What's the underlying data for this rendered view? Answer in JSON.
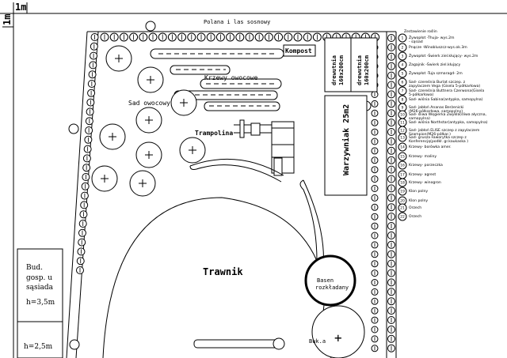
{
  "scale": {
    "x_label": "1m",
    "y_label": "1m"
  },
  "top_border_label": "Polana i las sosnowy",
  "labels": {
    "kompost": "Kompost",
    "krzewy_owocowe": "Krzewy owocowe",
    "sad_owocowy": "Sad owocowy",
    "trampolina": "Trampolina",
    "drewutnia_1": "drewutnia 160x200cm",
    "drewutnia_2": "drewutnia 160x200cm",
    "warzywniak": "Warzywniak 25m2",
    "trawnik": "Trawnik",
    "basen": "Basen rozkładany",
    "budynek": "Bud. gosp. u sąsiada",
    "h1": "h=3,5m",
    "h2": "h=2,5m",
    "bottom_right_label": "Buk.a"
  },
  "legend": {
    "title": "Zestawienie roślin",
    "items": [
      {
        "num": "1",
        "text": "Żywopłot -Thuja- wys.2m",
        "text2": "- sąsiad"
      },
      {
        "num": "2",
        "text": "Pnącze -Winobluszcz-wys.ok.3m",
        "text2": ""
      },
      {
        "num": "3",
        "text": "Żywopłot -Świerk ziel.kłujący- wys.2m",
        "text2": ""
      },
      {
        "num": "4",
        "text": "Zagajnik -Świerk ziel.kłujący",
        "text2": ""
      },
      {
        "num": "5",
        "text": "Żywopłot -Tuja szmaragd- 2m",
        "text2": ""
      },
      {
        "num": "6",
        "text": "Sad- czereśnia Burlat szczep. z",
        "text2": "zapylaczem Vega (Gisela 5-półkarłowa)"
      },
      {
        "num": "7",
        "text": "Sad- czereśnia Buttnera Czerwona(Gisela",
        "text2": "5-półkarłowa)"
      },
      {
        "num": "8",
        "text": "Sad- wiśnia Sabina(antypka, samopylna)",
        "text2": ""
      },
      {
        "num": "9",
        "text": "Sad- jabłoń Ananas Berżenicki",
        "text2": "(M26-półkarłowa, samopylny)"
      },
      {
        "num": "10",
        "text": "Sad- śliwa Węgierka Zwykła(śliwa ałyczna,",
        "text2": "samopylna)"
      },
      {
        "num": "11",
        "text": "Sad- wiśnia Northstar(antypka, samopylna)",
        "text2": ""
      },
      {
        "num": "12",
        "text": "Sad- jabłoń ELISE szczep z zapylaczem",
        "text2": "Szampion(M26-półkar.)"
      },
      {
        "num": "13",
        "text": "Sad- grusza Faworytka szczep z",
        "text2": "Konferencją(podkł. gr.kaukaska )"
      },
      {
        "num": "14",
        "text": "Krzewy- borówka amer.",
        "text2": ""
      },
      {
        "num": "15",
        "text": "Krzewy- maliny",
        "text2": ""
      },
      {
        "num": "16",
        "text": "Krzewy- porzeczka",
        "text2": ""
      },
      {
        "num": "17",
        "text": "Krzewy- agrest",
        "text2": ""
      },
      {
        "num": "18",
        "text": "Krzewy- winogron",
        "text2": ""
      },
      {
        "num": "19",
        "text": "Klon polny",
        "text2": ""
      },
      {
        "num": "20",
        "text": "Klon polny",
        "text2": ""
      },
      {
        "num": "21",
        "text": "Orzech",
        "text2": ""
      },
      {
        "num": "22",
        "text": "Orzech",
        "text2": ""
      }
    ]
  }
}
